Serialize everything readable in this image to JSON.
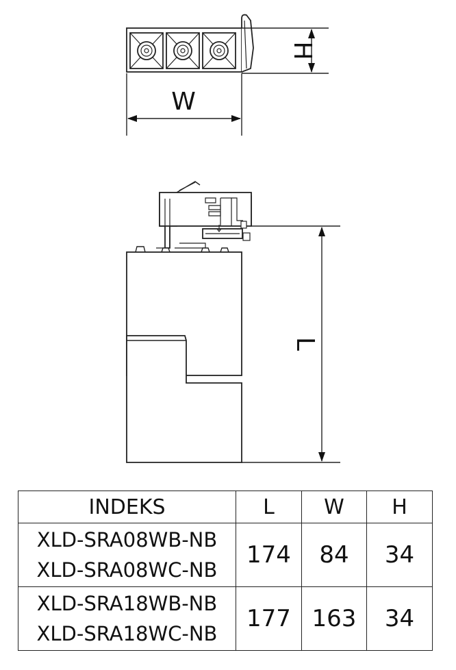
{
  "dimensions": {
    "h_label": "H",
    "w_label": "W",
    "l_label": "L"
  },
  "table": {
    "headers": [
      "INDEKS",
      "L",
      "W",
      "H"
    ],
    "rows": [
      {
        "indeks": [
          "XLD-SRA08WB-NB",
          "XLD-SRA08WC-NB"
        ],
        "l": "174",
        "w": "84",
        "h": "34"
      },
      {
        "indeks": [
          "XLD-SRA18WB-NB",
          "XLD-SRA18WC-NB"
        ],
        "l": "177",
        "w": "163",
        "h": "34"
      }
    ]
  }
}
